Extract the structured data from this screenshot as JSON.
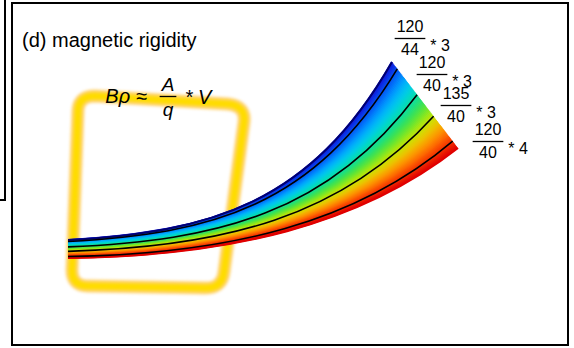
{
  "diagram": {
    "title": "(d) magnetic rigidity",
    "labels": [
      "Bρ ≈",
      "A",
      "q",
      "* V",
      "120",
      "44",
      "* 3",
      "120",
      "40",
      "* 3",
      "135",
      "40",
      "* 3",
      "120",
      "40",
      "* 4"
    ]
  }
}
